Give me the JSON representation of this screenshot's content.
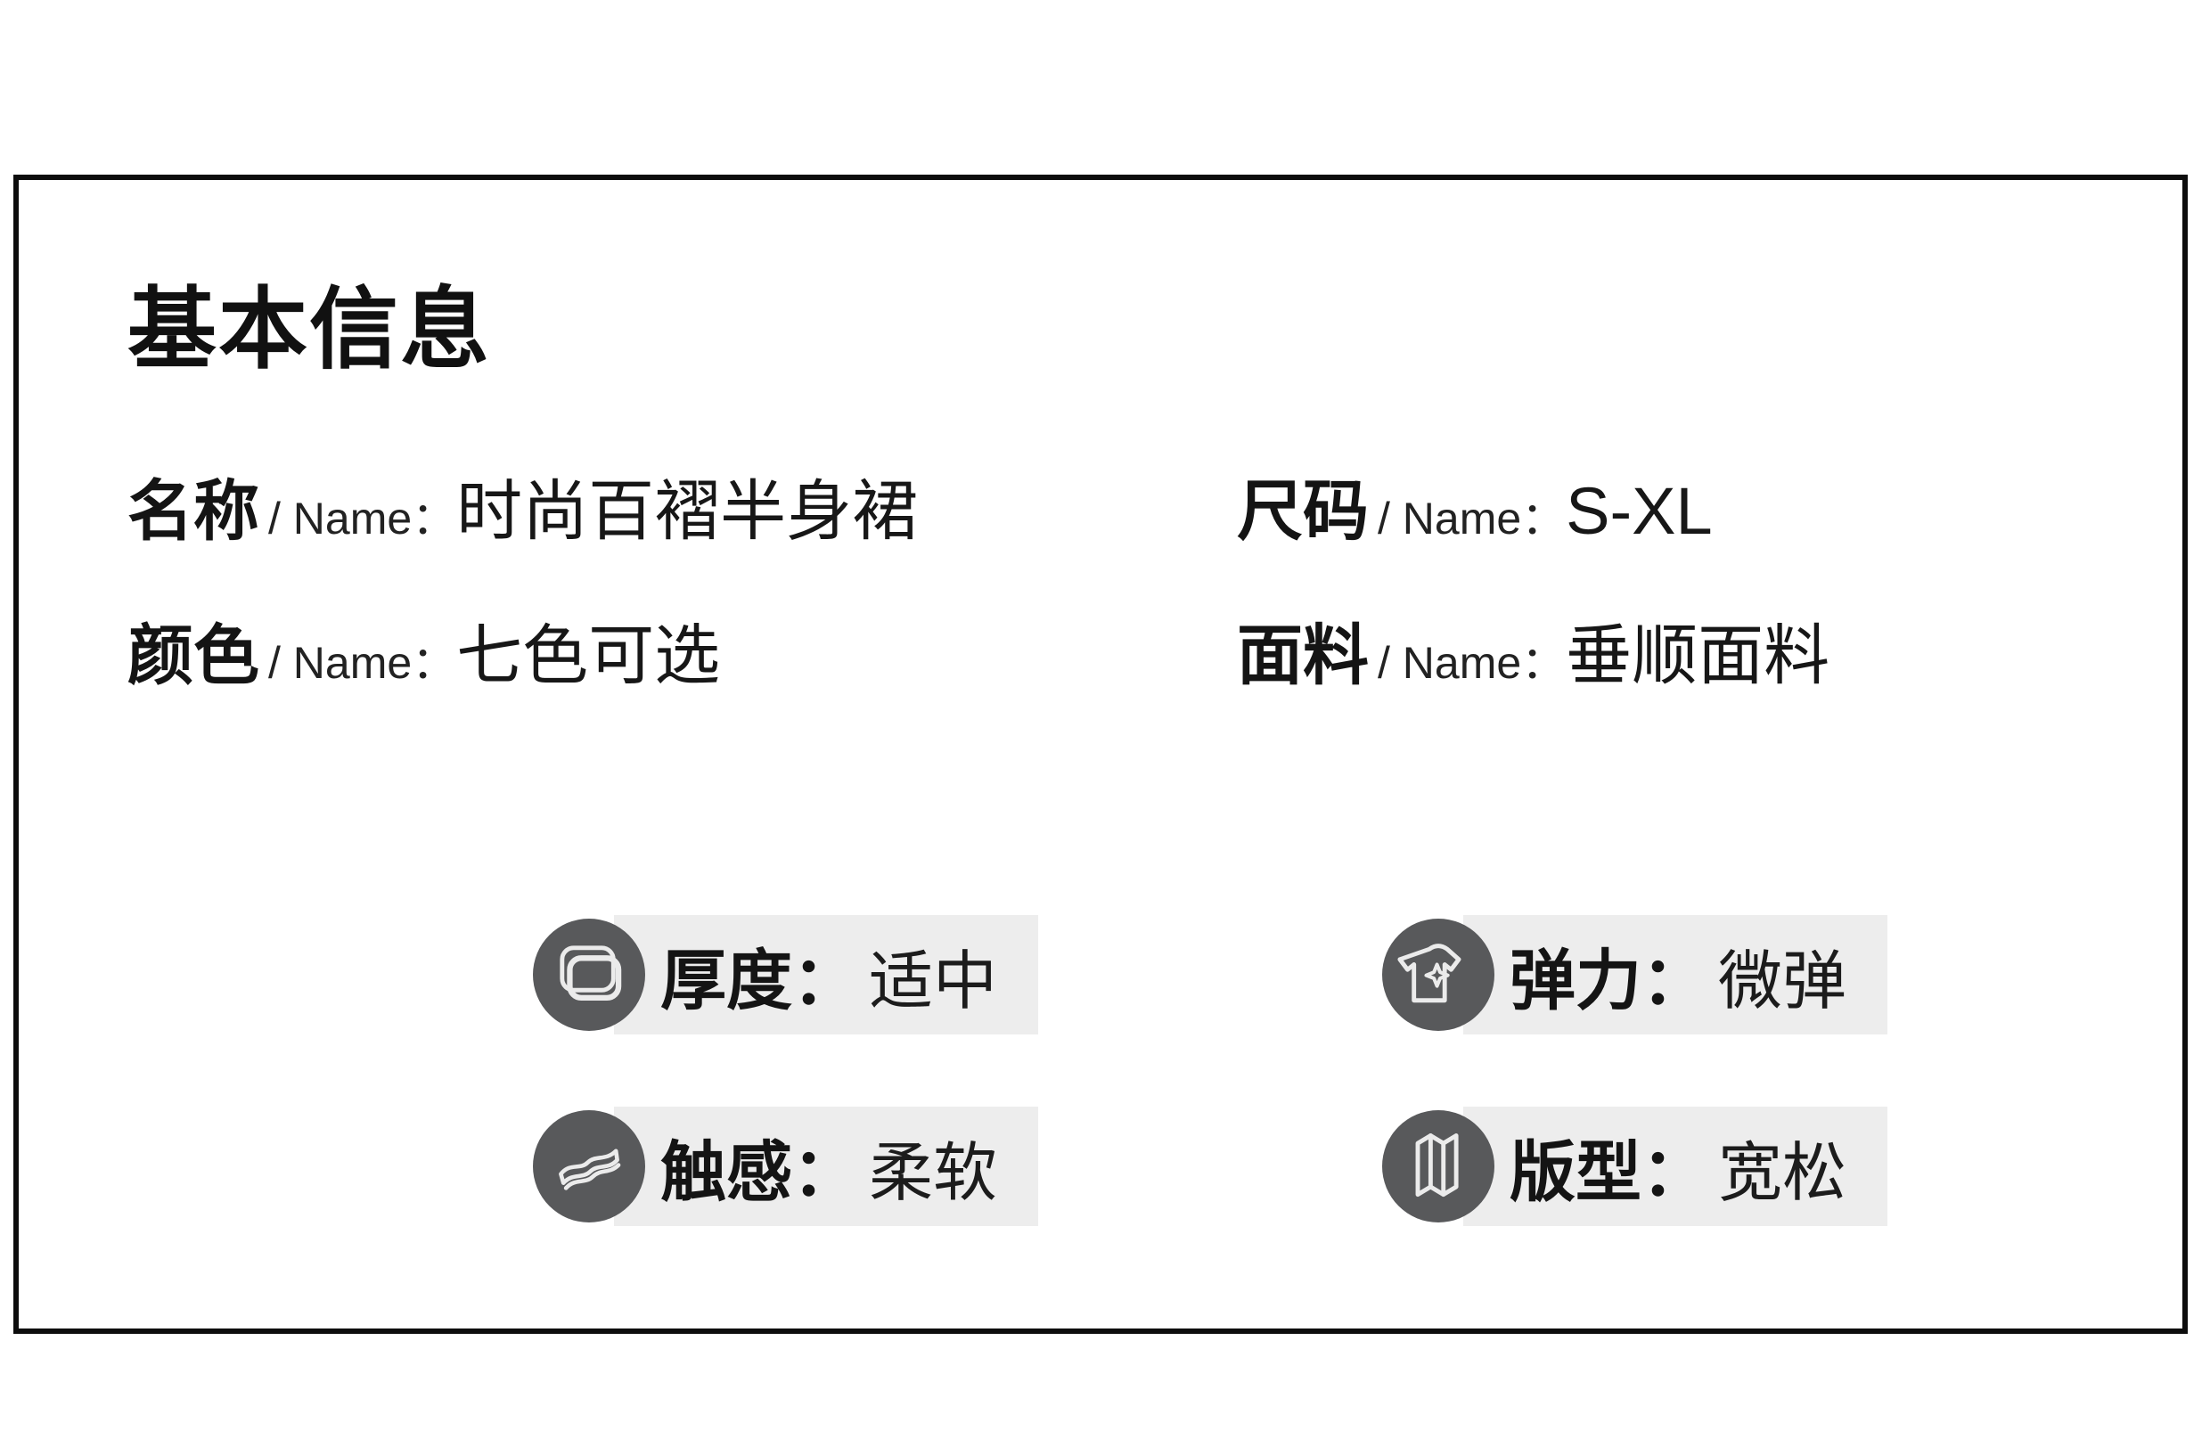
{
  "card": {
    "title": "基本信息",
    "fields": [
      {
        "label": "名称",
        "sep": "/ Name：",
        "value": "时尚百褶半身裙"
      },
      {
        "label": "尺码",
        "sep": "/ Name：",
        "value": "S-XL"
      },
      {
        "label": "颜色",
        "sep": "/ Name：",
        "value": "七色可选"
      },
      {
        "label": "面料",
        "sep": "/ Name：",
        "value": "垂顺面料"
      }
    ],
    "badges": [
      {
        "icon": "thickness-layers-icon",
        "label": "厚度：",
        "value": "适中"
      },
      {
        "icon": "tshirt-star-icon",
        "label": "弹力：",
        "value": "微弹"
      },
      {
        "icon": "fabric-touch-icon",
        "label": "触感：",
        "value": "柔软"
      },
      {
        "icon": "folded-map-icon",
        "label": "版型：",
        "value": "宽松"
      }
    ],
    "colors": {
      "border": "#0d0d0d",
      "badge_circle": "#58595b",
      "badge_background": "#ededed",
      "text": "#141414"
    }
  }
}
